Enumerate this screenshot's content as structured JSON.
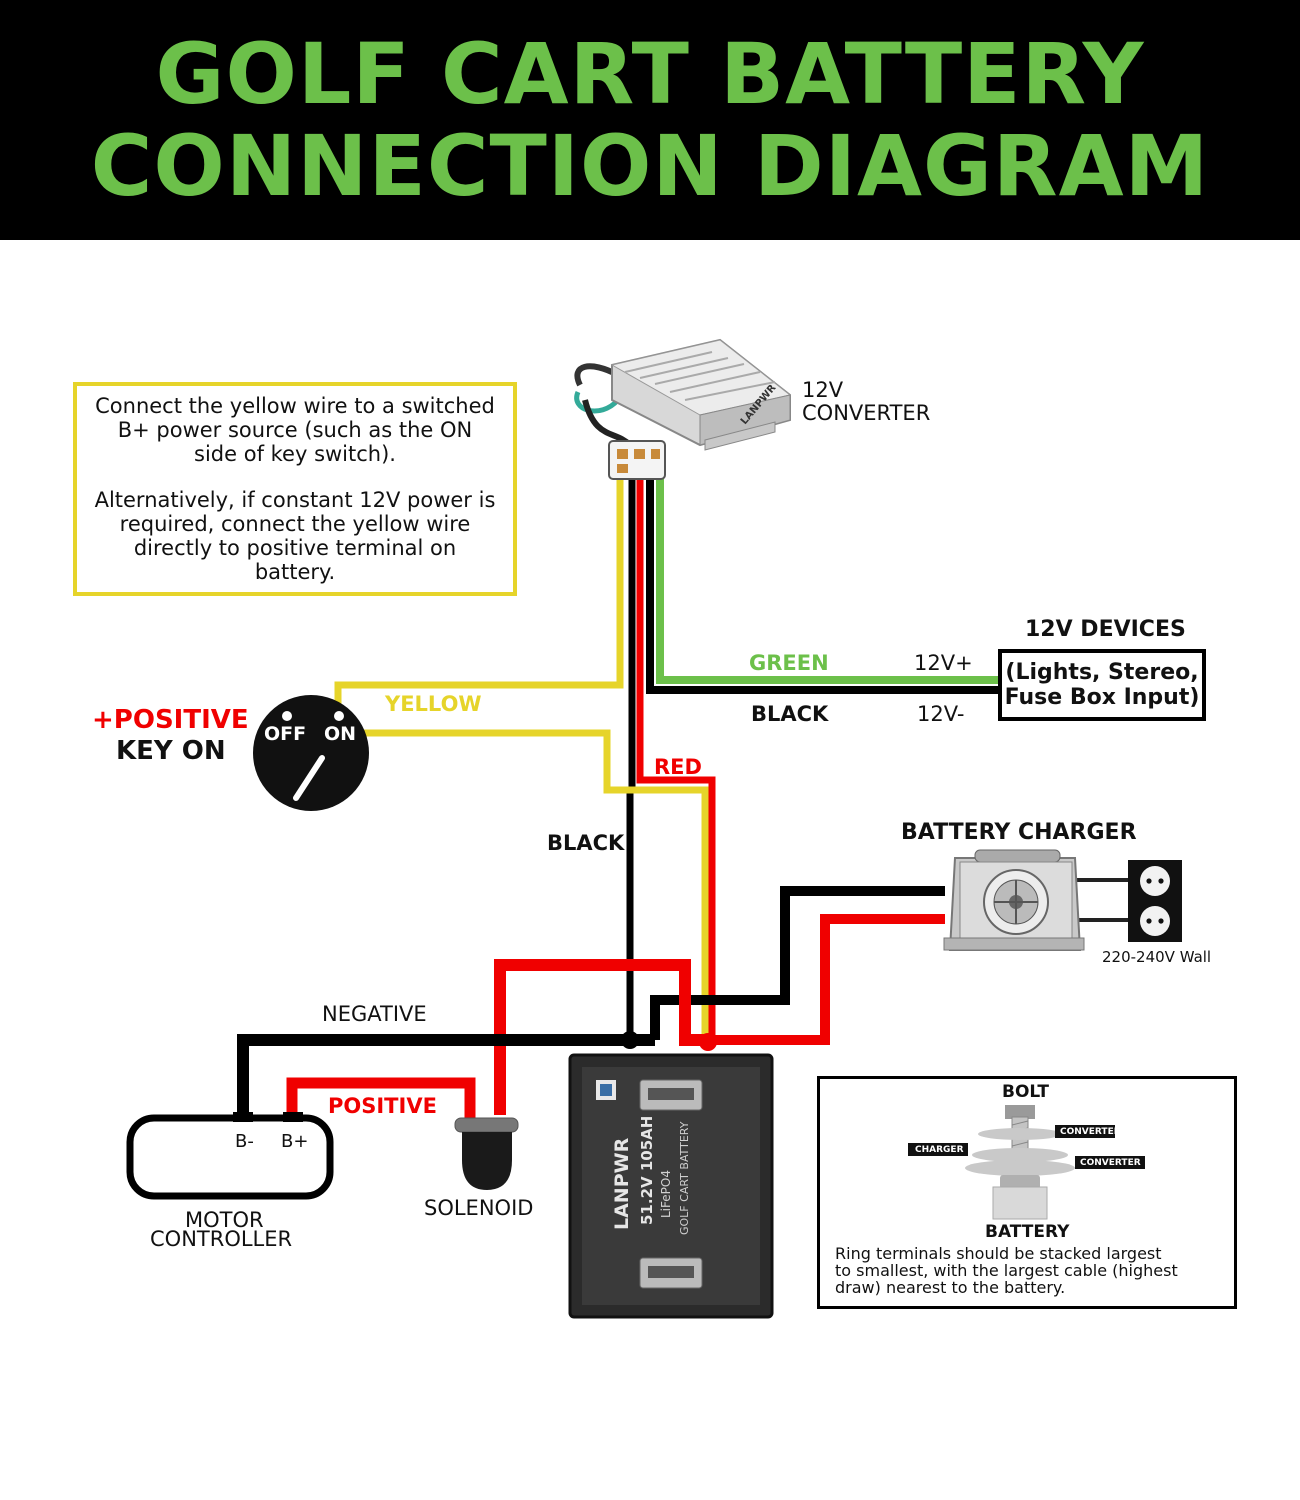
{
  "title": {
    "line1": "GOLF CART BATTERY",
    "line2": "CONNECTION DIAGRAM"
  },
  "note": {
    "p1": "Connect the yellow wire to a switched B+ power source (such as the ON side of key switch).",
    "p2": "Alternatively, if constant 12V power is required, connect the yellow wire directly to positive terminal on battery."
  },
  "converter": {
    "line1": "12V",
    "line2": "CONVERTER",
    "brand": "LANPWR"
  },
  "devices": {
    "title": "12V DEVICES",
    "line1": "(Lights, Stereo,",
    "line2": "Fuse Box Input)"
  },
  "wires": {
    "green": "GREEN",
    "v_plus": "12V+",
    "black_top": "BLACK",
    "v_minus": "12V-",
    "yellow": "YELLOW",
    "red": "RED",
    "black_mid": "BLACK",
    "negative": "NEGATIVE",
    "positive": "POSITIVE"
  },
  "key": {
    "positive": "+POSITIVE",
    "key_on": "KEY ON",
    "off": "OFF",
    "on": "ON"
  },
  "charger": {
    "title": "BATTERY CHARGER",
    "wall": "220-240V Wall"
  },
  "motor": {
    "bminus": "B-",
    "bplus": "B+",
    "line1": "MOTOR",
    "line2": "CONTROLLER"
  },
  "solenoid": {
    "label": "SOLENOID"
  },
  "battery": {
    "brand": "LANPWR",
    "spec": "51.2V 105AH",
    "chem": "LiFePO4",
    "sub": "GOLF CART BATTERY"
  },
  "bolt": {
    "title": "BOLT",
    "charger": "CHARGER",
    "converter1": "CONVERTER",
    "converter2": "CONVERTER",
    "battery": "BATTERY",
    "text1": "Ring terminals should be stacked largest",
    "text2": "to smallest, with the largest cable (highest",
    "text3": "draw) nearest to the battery."
  },
  "colors": {
    "green": "#6cc04a",
    "yellow": "#e6d42a",
    "red": "#f00000",
    "black": "#000000"
  }
}
